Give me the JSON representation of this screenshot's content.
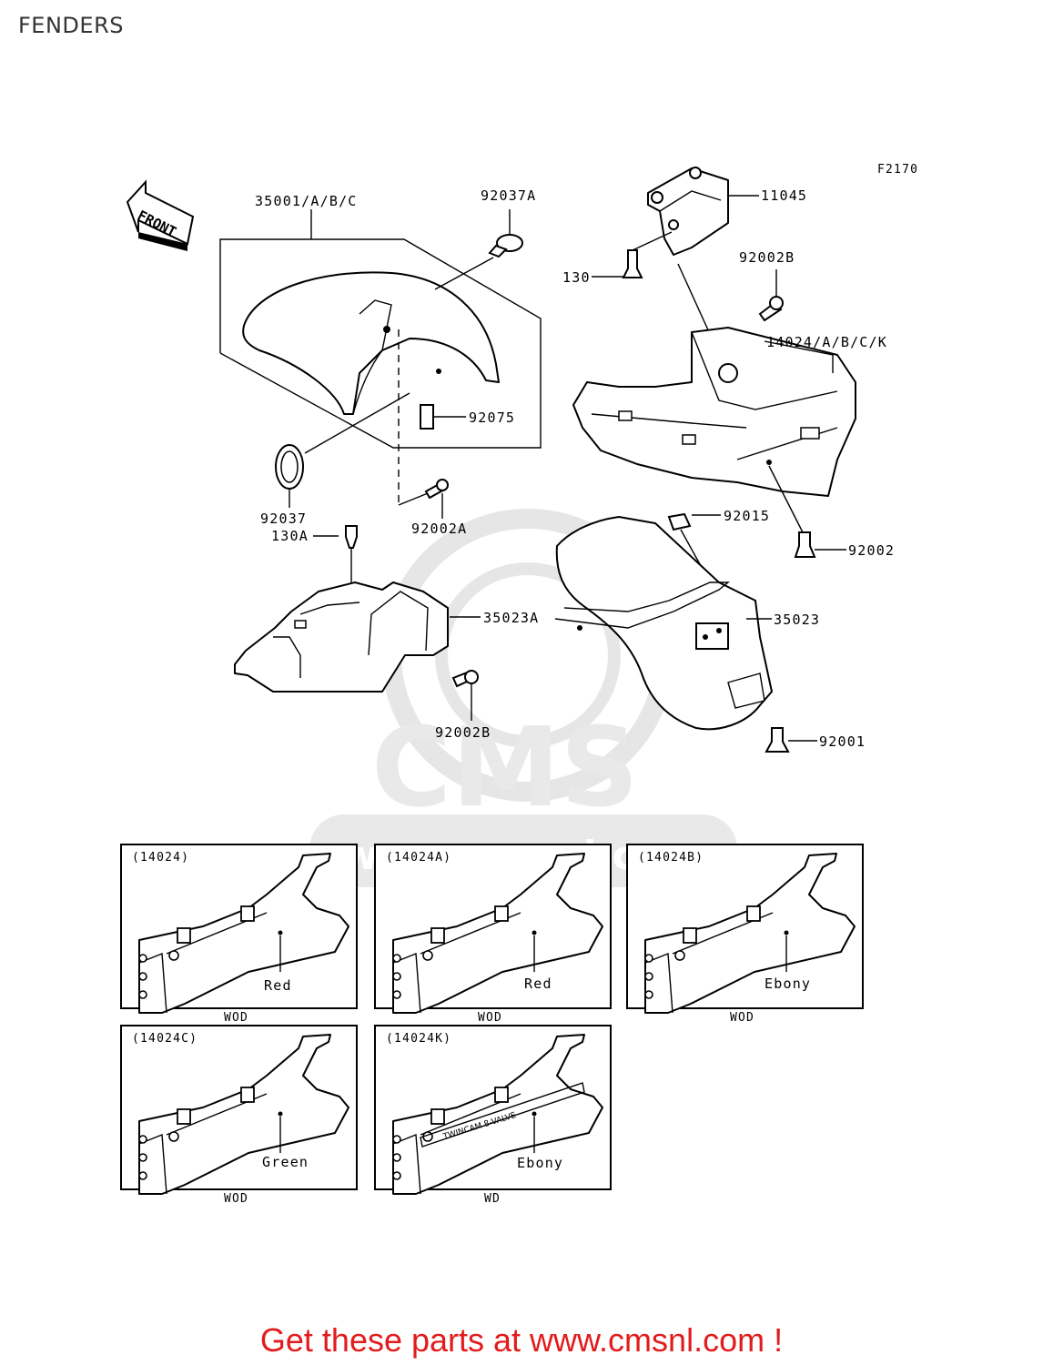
{
  "page": {
    "title": "FENDERS"
  },
  "diagram": {
    "figure_id": "F2170",
    "front_label": "FRONT",
    "parts": {
      "p35001": "35001/A/B/C",
      "p92037A": "92037A",
      "p11045": "11045",
      "p130": "130",
      "p92002B_top": "92002B",
      "p14024": "14024/A/B/C/K",
      "p92075": "92075",
      "p92037": "92037",
      "p92002A": "92002A",
      "p130A": "130A",
      "p92015": "92015",
      "p92002": "92002",
      "p35023A": "35023A",
      "p35023": "35023",
      "p92002B_bottom": "92002B",
      "p92001": "92001"
    },
    "variants": [
      {
        "code": "(14024)",
        "color": "Red",
        "model": "WOD"
      },
      {
        "code": "(14024A)",
        "color": "Red",
        "model": "WOD"
      },
      {
        "code": "(14024B)",
        "color": "Ebony",
        "model": "WOD"
      },
      {
        "code": "(14024C)",
        "color": "Green",
        "model": "WOD"
      },
      {
        "code": "(14024K)",
        "color": "Ebony",
        "model": "WD",
        "decal": "TWINCAM 8-VALVE"
      }
    ]
  },
  "watermark": {
    "logo_text": "CMS",
    "url": "www.cmsnl.com"
  },
  "footer": {
    "cta": "Get these parts at www.cmsnl.com !"
  },
  "colors": {
    "cta": "#e21c1c",
    "line": "#000000",
    "watermark": "#e9e9e9"
  }
}
